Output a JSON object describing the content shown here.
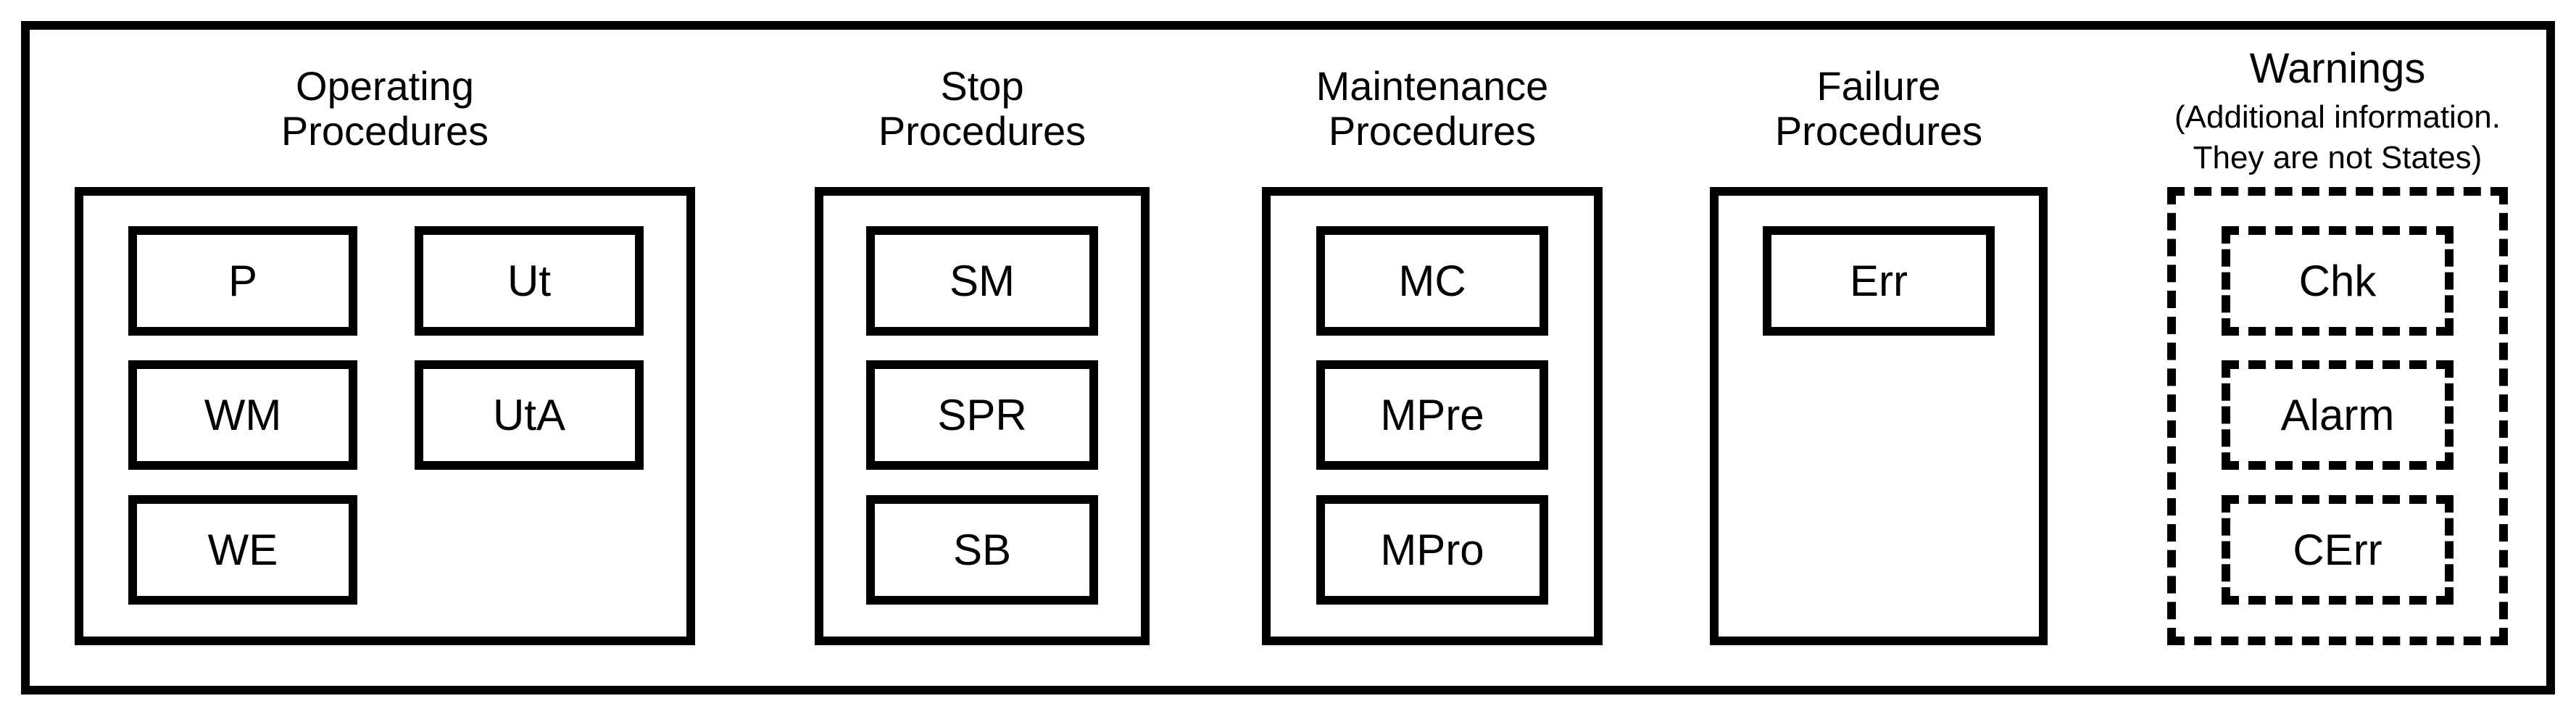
{
  "diagram": {
    "colors": {
      "line": "#000000",
      "background": "#ffffff"
    },
    "groups": [
      {
        "id": "operating",
        "title_lines": [
          "Operating",
          "Procedures"
        ],
        "border_style": "solid",
        "boxes": [
          "P",
          "Ut",
          "WM",
          "UtA",
          "WE"
        ]
      },
      {
        "id": "stop",
        "title_lines": [
          "Stop",
          "Procedures"
        ],
        "border_style": "solid",
        "boxes": [
          "SM",
          "SPR",
          "SB"
        ]
      },
      {
        "id": "maintenance",
        "title_lines": [
          "Maintenance",
          "Procedures"
        ],
        "border_style": "solid",
        "boxes": [
          "MC",
          "MPre",
          "MPro"
        ]
      },
      {
        "id": "failure",
        "title_lines": [
          "Failure",
          "Procedures"
        ],
        "border_style": "solid",
        "boxes": [
          "Err"
        ]
      },
      {
        "id": "warnings",
        "title_lines": [
          "Warnings"
        ],
        "subtitle_lines": [
          "(Additional information.",
          "They are not States)"
        ],
        "border_style": "dashed",
        "boxes": [
          "Chk",
          "Alarm",
          "CErr"
        ]
      }
    ]
  }
}
